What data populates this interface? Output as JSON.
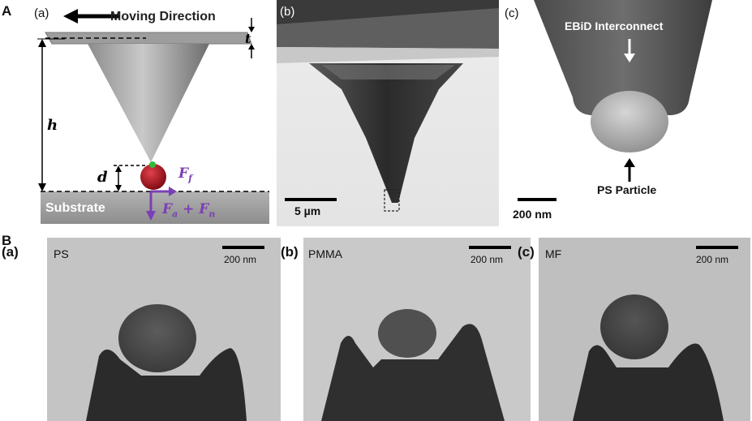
{
  "section_a": {
    "label": "A",
    "panels": {
      "a": {
        "label": "(a)",
        "direction_text": "Moving Direction",
        "thickness_symbol": "t",
        "height_symbol": "h",
        "distance_symbol": "d",
        "substrate_label": "Substrate",
        "force_f": "F",
        "force_f_sub": "f",
        "force_an": "F",
        "force_an_sub1": "a",
        "force_an_plus": " + F",
        "force_an_sub2": "n"
      },
      "b": {
        "label": "(b)",
        "scale_bar": "5 µm"
      },
      "c": {
        "label": "(c)",
        "interconnect_label": "EBiD Interconnect",
        "particle_label": "PS Particle",
        "scale_bar": "200 nm"
      }
    }
  },
  "section_b": {
    "label": "B",
    "panels": [
      {
        "label": "(a)",
        "material": "PS",
        "scale_bar": "200 nm"
      },
      {
        "label": "(b)",
        "material": "PMMA",
        "scale_bar": "200 nm"
      },
      {
        "label": "(c)",
        "material": "MF",
        "scale_bar": "200 nm"
      }
    ]
  },
  "colors": {
    "force_arrow": "#7b3fb5",
    "particle": "#b3141e",
    "contact_dot": "#2dbb3a",
    "substrate": "#9a9a9a"
  }
}
